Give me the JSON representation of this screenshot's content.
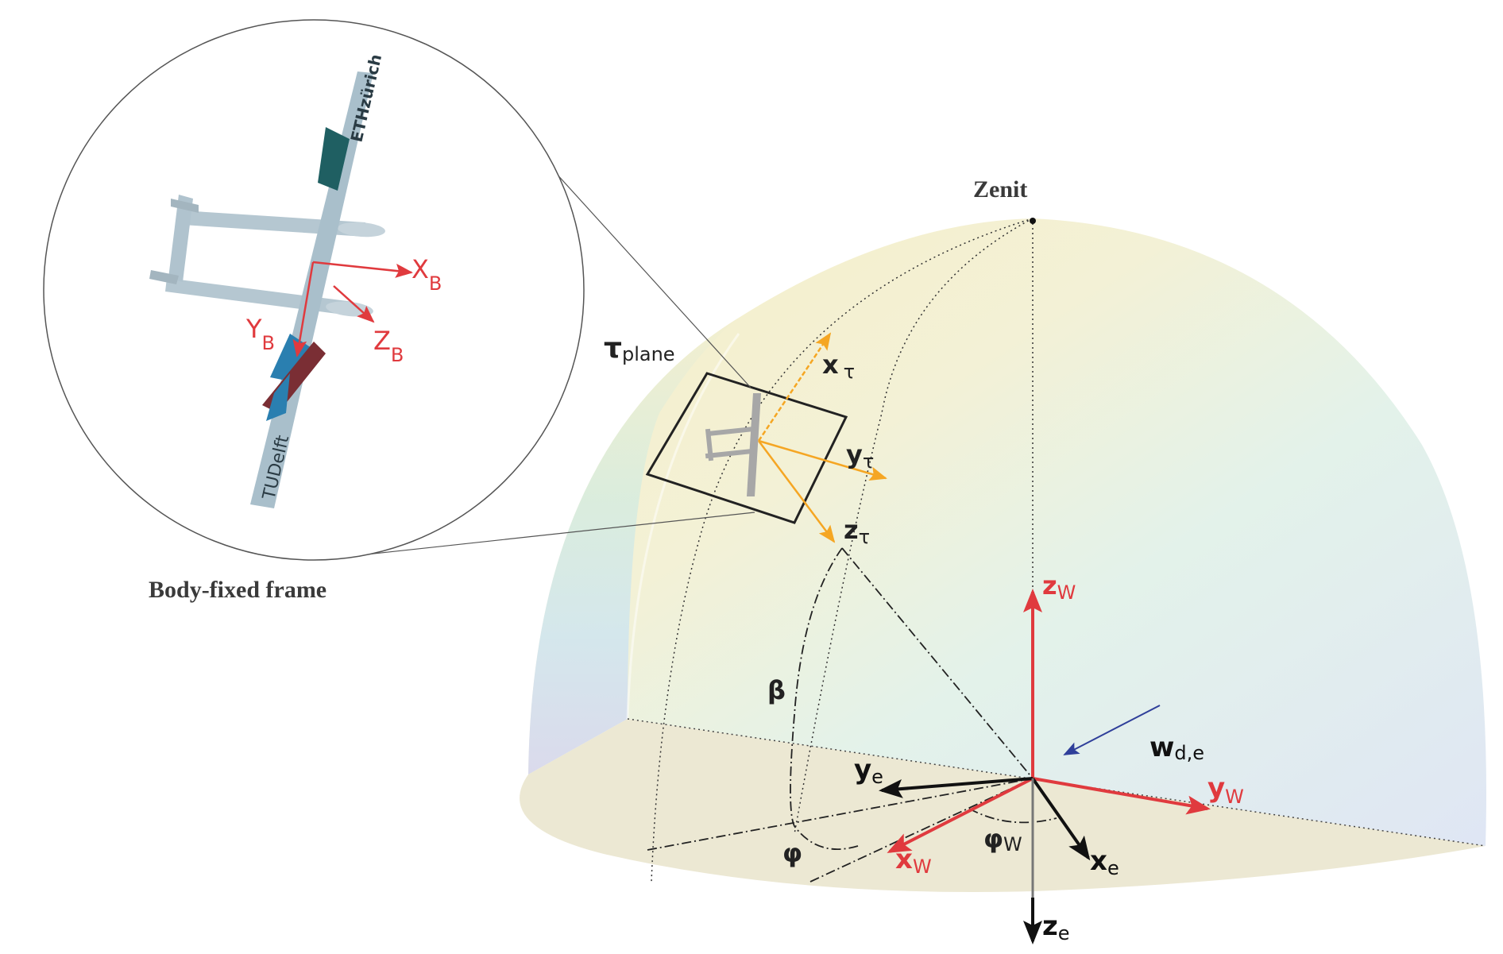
{
  "labels": {
    "zenit": "Zenit",
    "body_frame": "Body-fixed frame",
    "tau_plane_main": "τ",
    "tau_plane_sub": "plane",
    "x_tau_main": "x",
    "x_tau_sub": "τ",
    "y_tau_main": "y",
    "y_tau_sub": "τ",
    "z_tau_main": "z",
    "z_tau_sub": "τ",
    "z_w_main": "z",
    "z_w_sub": "W",
    "y_w_main": "y",
    "y_w_sub": "W",
    "x_w_main": "x",
    "x_w_sub": "W",
    "y_e_main": "y",
    "y_e_sub": "e",
    "x_e_main": "x",
    "x_e_sub": "e",
    "z_e_main": "z",
    "z_e_sub": "e",
    "w_de_main": "w",
    "w_de_sub": "d,e",
    "beta": "β",
    "phi": "φ",
    "phi_w_main": "φ",
    "phi_w_sub": "W",
    "XB_main": "X",
    "XB_sub": "B",
    "YB_main": "Y",
    "YB_sub": "B",
    "ZB_main": "Z",
    "ZB_sub": "B",
    "aircraft_wing_text_top": "ETHzürich",
    "aircraft_wing_text_bottom": "TUDelft"
  },
  "colors": {
    "red": "#e03a3e",
    "orange": "#f5a623",
    "black": "#111111",
    "blue": "#2f3f9a",
    "aircraft": "#a9bfcb",
    "ground": "#ece7d3"
  }
}
